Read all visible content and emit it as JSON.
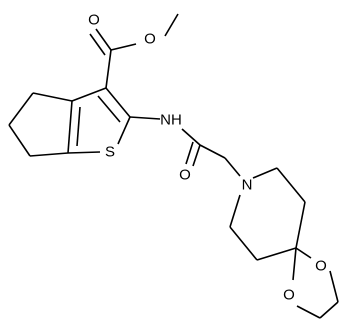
{
  "structure": {
    "atoms": {
      "ester_O_double": "O",
      "ester_O_single": "O",
      "amide_NH": "NH",
      "thiophene_S": "S",
      "amide_O": "O",
      "piperidine_N": "N",
      "dioxolane_O1": "O",
      "dioxolane_O2": "O"
    }
  },
  "colors": {
    "bond": "#000000",
    "label": "#000000",
    "background": "#ffffff"
  }
}
